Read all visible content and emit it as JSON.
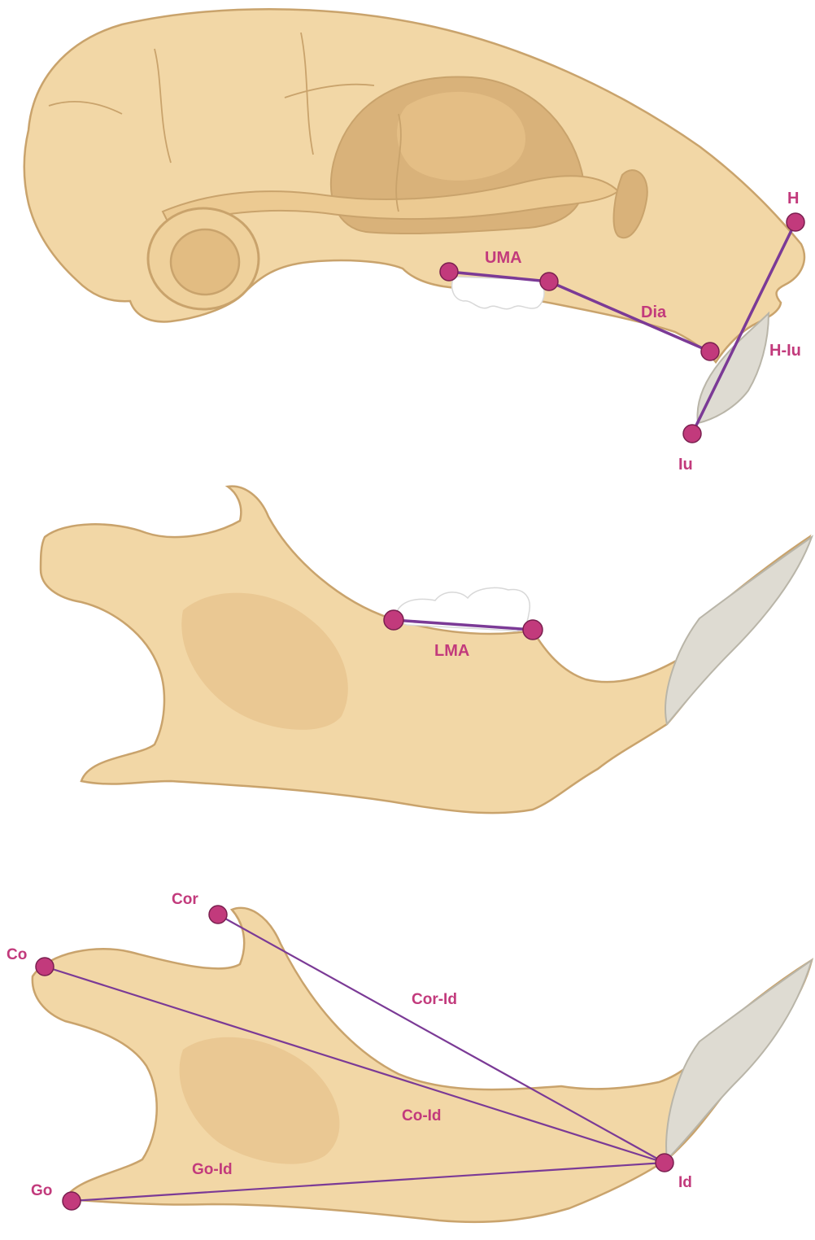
{
  "colors": {
    "bone": "#f2d7a6",
    "bone_outline": "#c9a36c",
    "bone_shadow": "#e3bf86",
    "tooth": "#ffffff",
    "incisor": "#dedbd2",
    "line": "#7b3a96",
    "point": "#c23a7c",
    "label": "#c23a7c"
  },
  "skull": {
    "labels": {
      "uma": "UMA",
      "dia": "Dia",
      "h": "H",
      "h_iu": "H-Iu",
      "iu": "Iu"
    }
  },
  "mandible_molars": {
    "labels": {
      "lma": "LMA"
    }
  },
  "mandible_lengths": {
    "labels": {
      "cor": "Cor",
      "co": "Co",
      "go": "Go",
      "id": "Id",
      "cor_id": "Cor-Id",
      "co_id": "Co-Id",
      "go_id": "Go-Id"
    }
  }
}
